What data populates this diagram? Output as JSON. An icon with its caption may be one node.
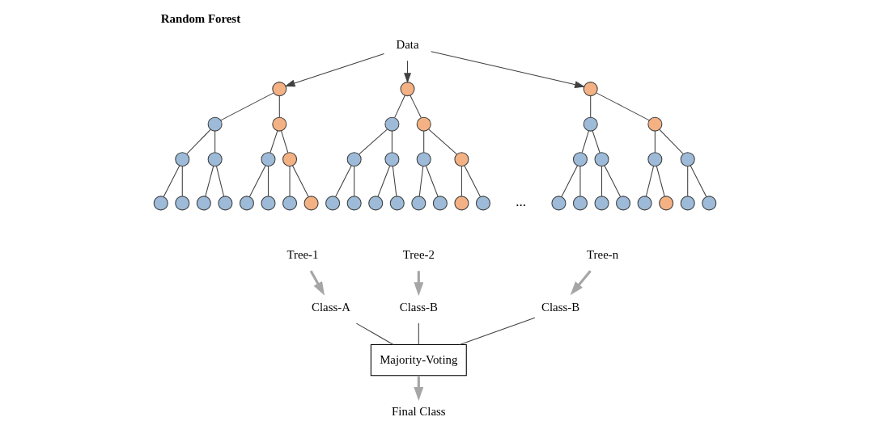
{
  "diagram": {
    "title": "Random Forest",
    "nodes": [
      {
        "text": [
          "Data"
        ]
      },
      {
        "text": [],
        "shape": "circle"
      },
      {
        "text": [],
        "shape": "circle"
      },
      {
        "text": [],
        "shape": "circle"
      },
      {
        "text": [],
        "shape": "circle"
      },
      {
        "text": [],
        "shape": "circle"
      },
      {
        "text": [],
        "shape": "circle"
      },
      {
        "text": [],
        "shape": "circle"
      },
      {
        "text": [],
        "shape": "circle"
      },
      {
        "text": [],
        "shape": "circle"
      },
      {
        "text": [],
        "shape": "circle"
      },
      {
        "text": [],
        "shape": "circle"
      },
      {
        "text": [],
        "shape": "circle"
      },
      {
        "text": [],
        "shape": "circle"
      },
      {
        "text": [],
        "shape": "circle"
      },
      {
        "text": [],
        "shape": "circle"
      },
      {
        "text": [],
        "shape": "circle"
      },
      {
        "text": [],
        "shape": "circle"
      },
      {
        "text": [],
        "shape": "circle"
      },
      {
        "text": [],
        "shape": "circle"
      },
      {
        "text": [],
        "shape": "circle"
      },
      {
        "text": [],
        "shape": "circle"
      },
      {
        "text": [],
        "shape": "circle"
      },
      {
        "text": [],
        "shape": "circle"
      },
      {
        "text": [],
        "shape": "circle"
      },
      {
        "text": [],
        "shape": "circle"
      },
      {
        "text": [],
        "shape": "circle"
      },
      {
        "text": [],
        "shape": "circle"
      },
      {
        "text": [],
        "shape": "circle"
      },
      {
        "text": [],
        "shape": "circle"
      },
      {
        "text": [],
        "shape": "circle"
      },
      {
        "text": [],
        "shape": "circle"
      },
      {
        "text": [],
        "shape": "circle"
      },
      {
        "text": [],
        "shape": "circle"
      },
      {
        "text": [],
        "shape": "circle"
      },
      {
        "text": [],
        "shape": "circle"
      },
      {
        "text": [],
        "shape": "circle"
      },
      {
        "text": [],
        "shape": "circle"
      },
      {
        "text": [],
        "shape": "circle"
      },
      {
        "text": [],
        "shape": "circle"
      },
      {
        "text": [],
        "shape": "circle"
      },
      {
        "text": [],
        "shape": "circle"
      },
      {
        "text": [],
        "shape": "circle"
      },
      {
        "text": [],
        "shape": "circle"
      },
      {
        "text": [],
        "shape": "circle"
      },
      {
        "text": [],
        "shape": "circle"
      },
      {
        "text": [
          "Tree-1"
        ]
      },
      {
        "text": [
          "Tree-2"
        ]
      },
      {
        "text": [
          "Tree-n"
        ]
      },
      {
        "text": [
          "Class-A"
        ]
      },
      {
        "text": [
          "Class-B"
        ]
      },
      {
        "text": [
          "Class-B"
        ]
      },
      {
        "text": [
          "Majority-Voting"
        ]
      },
      {
        "text": [
          "Final Class"
        ]
      }
    ],
    "edges": [
      {
        "from": 0,
        "to": 1,
        "arrow": "to"
      },
      {
        "from": 0,
        "to": 16,
        "arrow": "to"
      },
      {
        "from": 0,
        "to": 31,
        "arrow": "to"
      },
      {
        "from": 1,
        "to": 2,
        "arrow": "none"
      },
      {
        "from": 1,
        "to": 3,
        "arrow": "none"
      },
      {
        "from": 2,
        "to": 4,
        "arrow": "none"
      },
      {
        "from": 2,
        "to": 5,
        "arrow": "none"
      },
      {
        "from": 3,
        "to": 6,
        "arrow": "none"
      },
      {
        "from": 3,
        "to": 7,
        "arrow": "none"
      },
      {
        "from": 4,
        "to": 8,
        "arrow": "none"
      },
      {
        "from": 4,
        "to": 9,
        "arrow": "none"
      },
      {
        "from": 5,
        "to": 10,
        "arrow": "none"
      },
      {
        "from": 5,
        "to": 11,
        "arrow": "none"
      },
      {
        "from": 6,
        "to": 12,
        "arrow": "none"
      },
      {
        "from": 6,
        "to": 13,
        "arrow": "none"
      },
      {
        "from": 7,
        "to": 14,
        "arrow": "none"
      },
      {
        "from": 7,
        "to": 15,
        "arrow": "none"
      },
      {
        "from": 16,
        "to": 17,
        "arrow": "none"
      },
      {
        "from": 16,
        "to": 18,
        "arrow": "none"
      },
      {
        "from": 17,
        "to": 19,
        "arrow": "none"
      },
      {
        "from": 17,
        "to": 20,
        "arrow": "none"
      },
      {
        "from": 18,
        "to": 21,
        "arrow": "none"
      },
      {
        "from": 18,
        "to": 22,
        "arrow": "none"
      },
      {
        "from": 19,
        "to": 23,
        "arrow": "none"
      },
      {
        "from": 19,
        "to": 24,
        "arrow": "none"
      },
      {
        "from": 20,
        "to": 25,
        "arrow": "none"
      },
      {
        "from": 20,
        "to": 26,
        "arrow": "none"
      },
      {
        "from": 21,
        "to": 27,
        "arrow": "none"
      },
      {
        "from": 21,
        "to": 28,
        "arrow": "none"
      },
      {
        "from": 22,
        "to": 29,
        "arrow": "none"
      },
      {
        "from": 22,
        "to": 30,
        "arrow": "none"
      },
      {
        "from": 31,
        "to": 32,
        "arrow": "none"
      },
      {
        "from": 31,
        "to": 33,
        "arrow": "none"
      },
      {
        "from": 32,
        "to": 34,
        "arrow": "none"
      },
      {
        "from": 32,
        "to": 35,
        "arrow": "none"
      },
      {
        "from": 33,
        "to": 36,
        "arrow": "none"
      },
      {
        "from": 33,
        "to": 37,
        "arrow": "none"
      },
      {
        "from": 34,
        "to": 38,
        "arrow": "none"
      },
      {
        "from": 34,
        "to": 39,
        "arrow": "none"
      },
      {
        "from": 35,
        "to": 40,
        "arrow": "none"
      },
      {
        "from": 35,
        "to": 41,
        "arrow": "none"
      },
      {
        "from": 36,
        "to": 42,
        "arrow": "none"
      },
      {
        "from": 36,
        "to": 43,
        "arrow": "none"
      },
      {
        "from": 37,
        "to": 44,
        "arrow": "none"
      },
      {
        "from": 37,
        "to": 45,
        "arrow": "none"
      },
      {
        "from": 46,
        "to": 49,
        "arrow": "to",
        "style": "thick",
        "color": "#a6a6a6"
      },
      {
        "from": 47,
        "to": 50,
        "arrow": "to",
        "style": "thick",
        "color": "#a6a6a6"
      },
      {
        "from": 48,
        "to": 51,
        "arrow": "to",
        "style": "thick",
        "color": "#a6a6a6"
      },
      {
        "from": 49,
        "to": 52,
        "arrow": "none"
      },
      {
        "from": 50,
        "to": 52,
        "arrow": "none"
      },
      {
        "from": 51,
        "to": 52,
        "arrow": "none"
      },
      {
        "from": 52,
        "to": 53,
        "arrow": "to",
        "style": "thick",
        "color": "#a6a6a6"
      }
    ],
    "labels": [
      "..."
    ]
  }
}
